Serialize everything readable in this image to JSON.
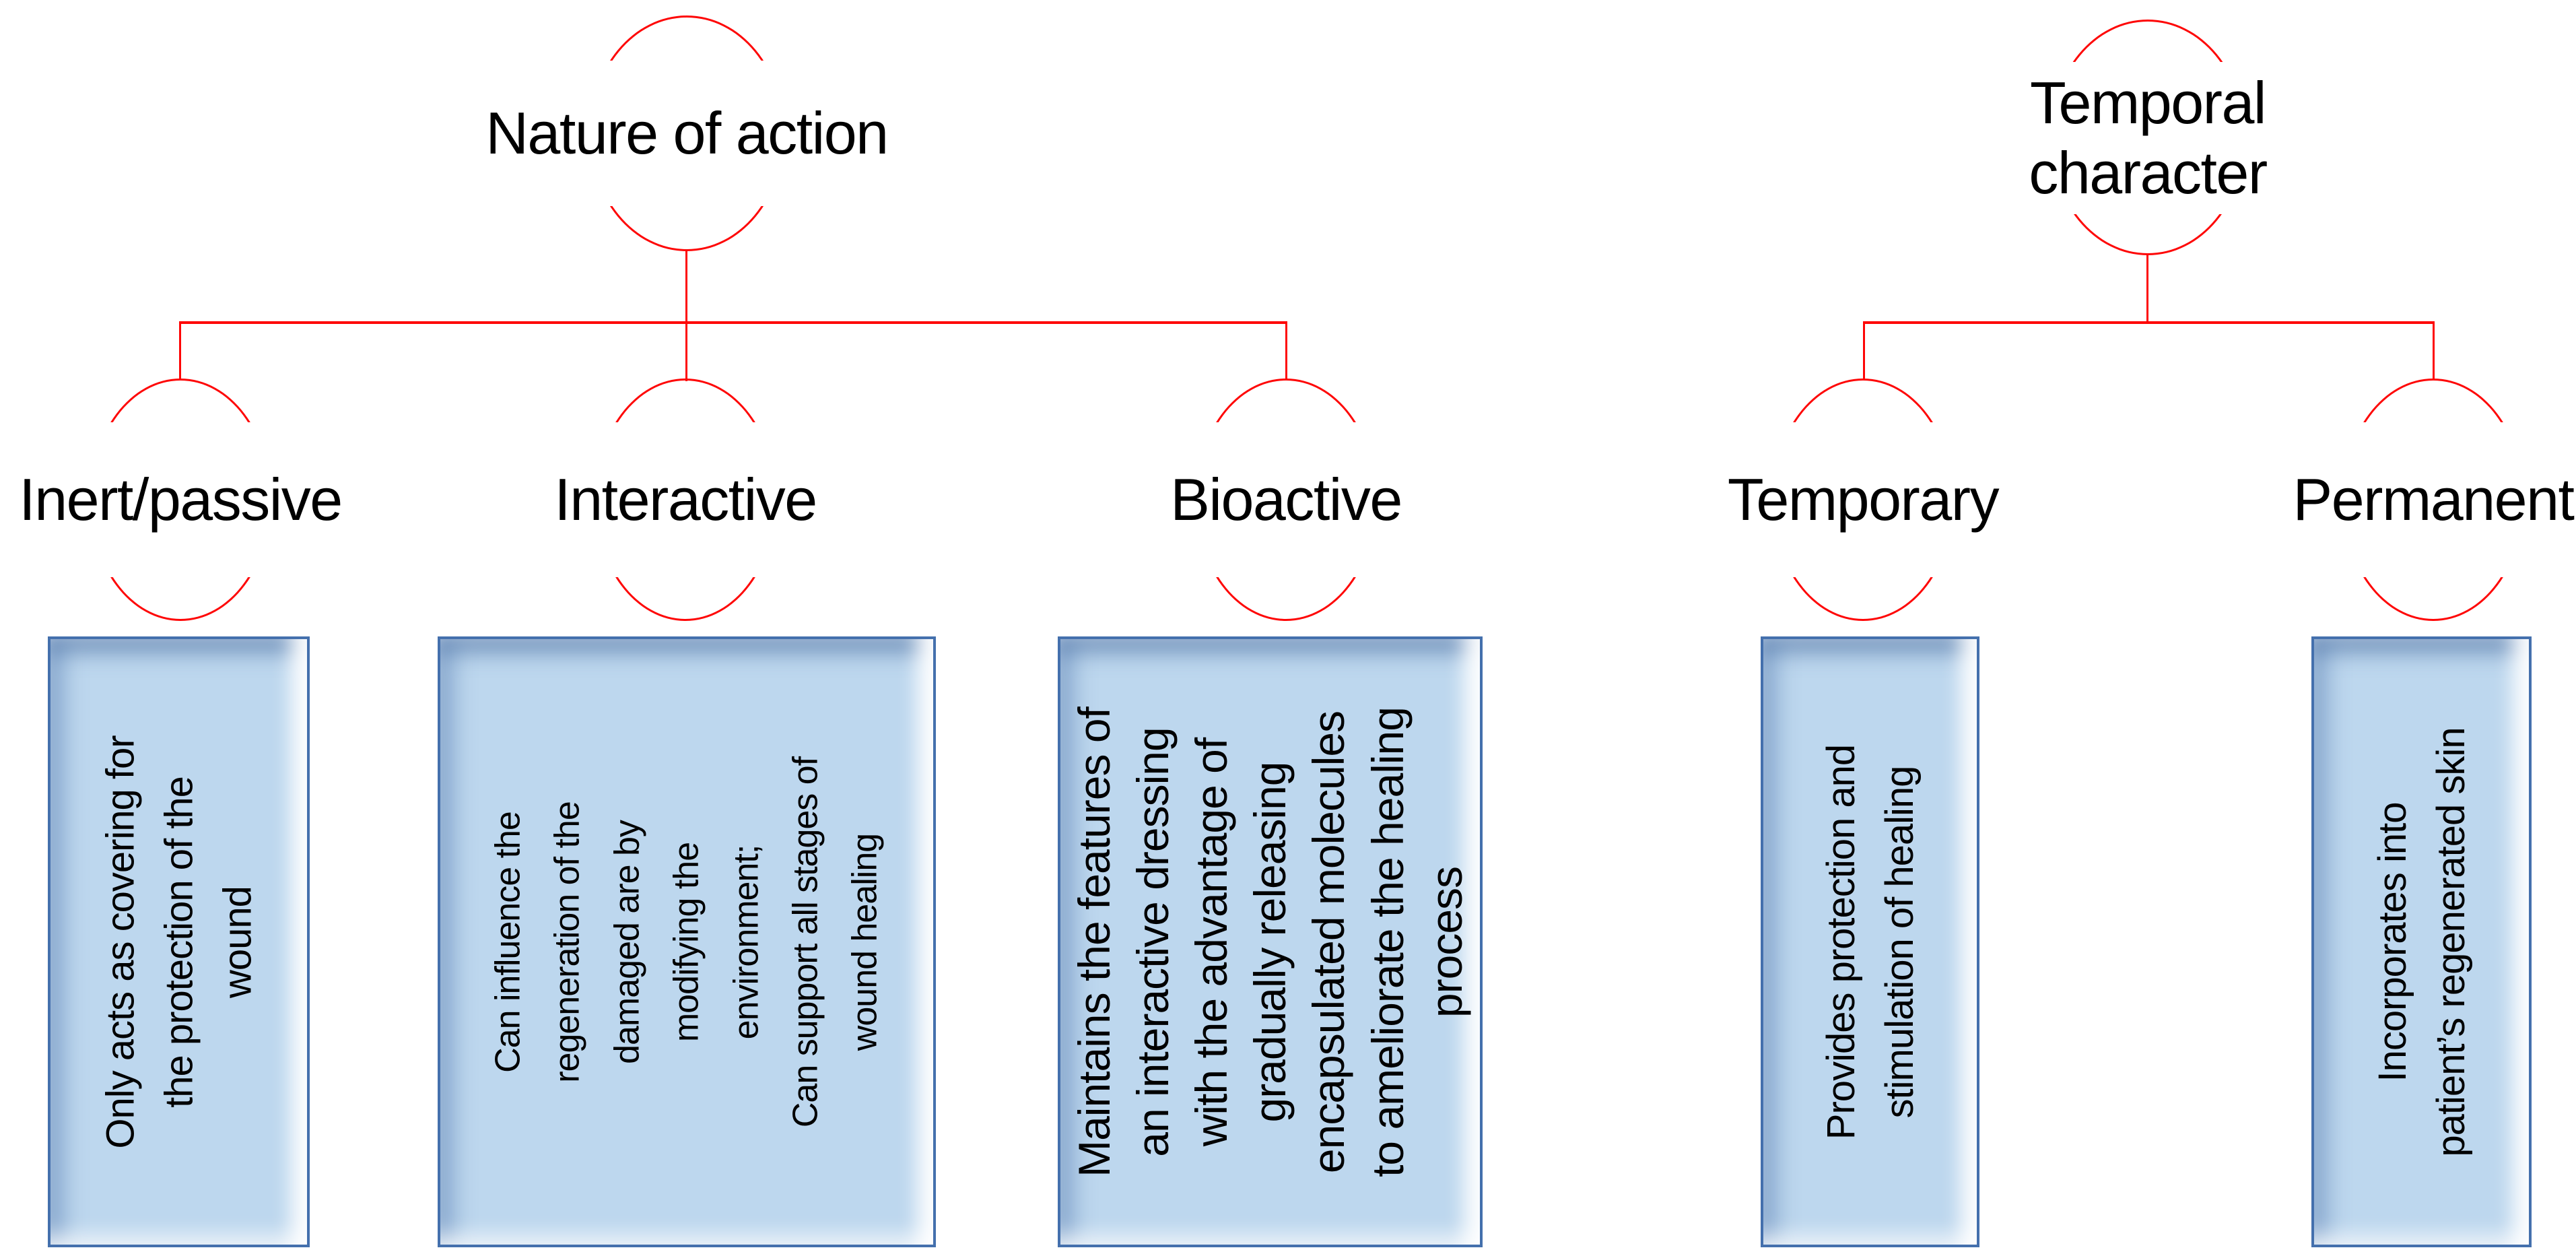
{
  "diagram": {
    "colors": {
      "connector": "#fe0606",
      "box_fill": "#bdd7ee",
      "box_border": "#4470ad",
      "text": "#000000"
    },
    "trees": [
      {
        "root": {
          "label": "Nature of action"
        },
        "children": [
          {
            "label": "Inert/passive",
            "description": "Only acts as covering for\nthe protection of the\nwound"
          },
          {
            "label": "Interactive",
            "description": "Can influence the\nregeneration of the\ndamaged are by\nmodifying the\nenvironment;\nCan support all stages of\nwound healing"
          },
          {
            "label": "Bioactive",
            "description": "Maintains the features of\nan interactive dressing\nwith the advantage of\ngradually releasing\nencapsulated molecules\nto ameliorate the healing\nprocess"
          }
        ]
      },
      {
        "root": {
          "label": "Temporal\ncharacter"
        },
        "children": [
          {
            "label": "Temporary",
            "description": "Provides protection and\nstimulation of healing"
          },
          {
            "label": "Permanent",
            "description": "Incorporates into\npatient’s regenerated skin"
          }
        ]
      }
    ]
  }
}
